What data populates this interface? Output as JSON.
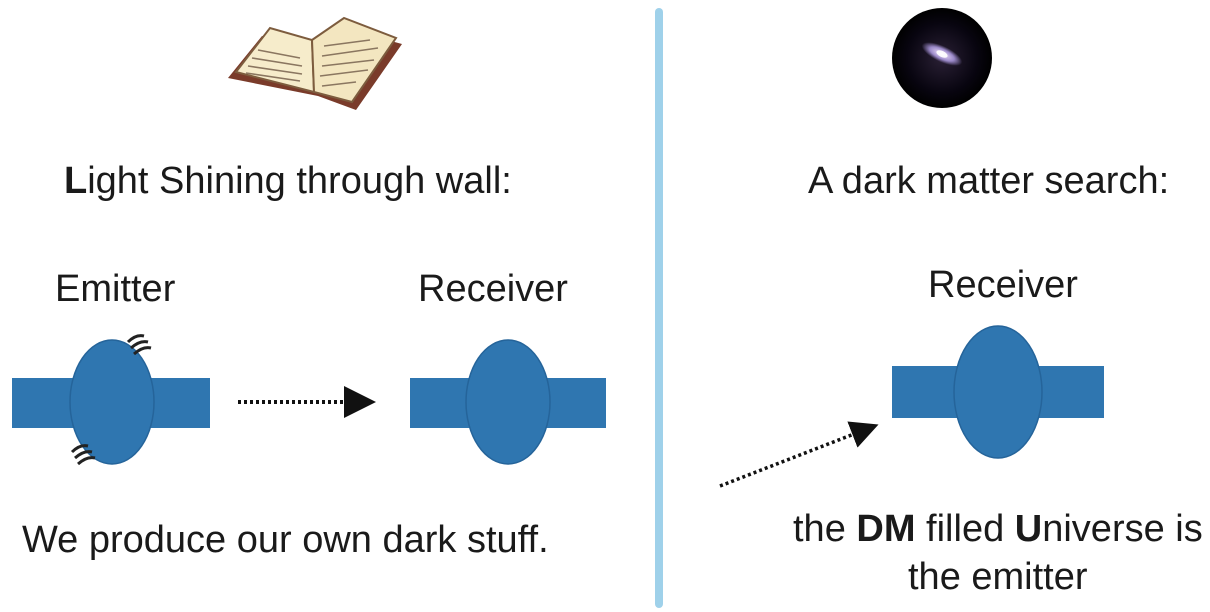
{
  "left": {
    "title_initial": "L",
    "title_rest": "ight Shining through wall:",
    "emitter_label": "Emitter",
    "receiver_label": "Receiver",
    "caption": "We produce our own dark stuff.",
    "icon": "open-book-icon"
  },
  "right": {
    "title": "A dark matter search:",
    "receiver_label": "Receiver",
    "caption_the": "the ",
    "caption_dm": "DM",
    "caption_filled": " filled ",
    "caption_u": "U",
    "caption_rest": "niverse is",
    "caption_line2": "the emitter",
    "icon": "galaxy-icon"
  },
  "colors": {
    "cavity": "#2f76b0",
    "cavity_dark": "#25649a",
    "divider": "#9fd1ea",
    "text": "#1a1a1a"
  }
}
